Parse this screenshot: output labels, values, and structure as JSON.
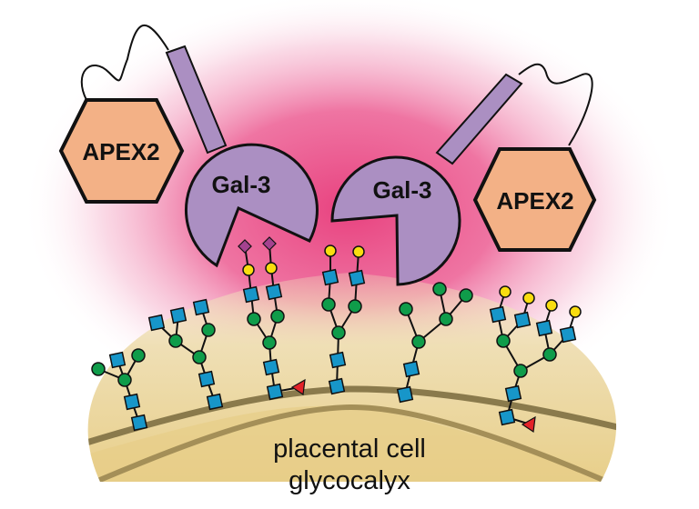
{
  "figure": {
    "labels": {
      "apex2_left": "APEX2",
      "apex2_right": "APEX2",
      "gal3_left": "Gal-3",
      "gal3_right": "Gal-3",
      "cell_line1": "placental cell",
      "cell_line2": "glycocalyx"
    },
    "colors": {
      "glow": "#e8427f",
      "cell_fill": "#ecd9a5",
      "cell_fill_inner": "#e6cc84",
      "membrane": "#8a7a4c",
      "gal3": "#ab8fc2",
      "apex2": "#f3b186",
      "glcnac_square": "#1796c9",
      "mannose_circle": "#0f9c4a",
      "galactose_circle": "#f9dd0f",
      "sialic_diamond": "#a4428f",
      "fucose_triangle": "#e32329",
      "outline": "#111111"
    },
    "legend_semantics": {
      "square": "GlcNAc",
      "green-circle": "Mannose",
      "yellow-circle": "Galactose",
      "diamond": "Sialic acid",
      "triangle": "Fucose"
    },
    "glycans": [
      {
        "id": "glycan-1",
        "type": "hybrid-truncated",
        "residues": "2 GlcNAc core, 1 Man branch point, 2 Man, 1 GlcNAc"
      },
      {
        "id": "glycan-2",
        "type": "hybrid",
        "residues": "2 GlcNAc core, Man branch, 3 GlcNAc termini"
      },
      {
        "id": "glycan-3",
        "type": "biantennary-sialylated-core-fucosylated",
        "residues": "2 GlcNAc core + Fuc, Man, 2x(Man-GlcNAc-Gal-Sia)"
      },
      {
        "id": "glycan-4",
        "type": "biantennary-galactosylated",
        "residues": "2 GlcNAc core, Man, 2x(Man-GlcNAc-Gal)"
      },
      {
        "id": "glycan-5",
        "type": "high-mannose",
        "residues": "2 GlcNAc core, 5 Man"
      },
      {
        "id": "glycan-6",
        "type": "tetraantennary-galactosylated-core-fucosylated",
        "residues": "2 GlcNAc core + Fuc, 3 Man, 4x(GlcNAc-Gal)"
      }
    ]
  }
}
